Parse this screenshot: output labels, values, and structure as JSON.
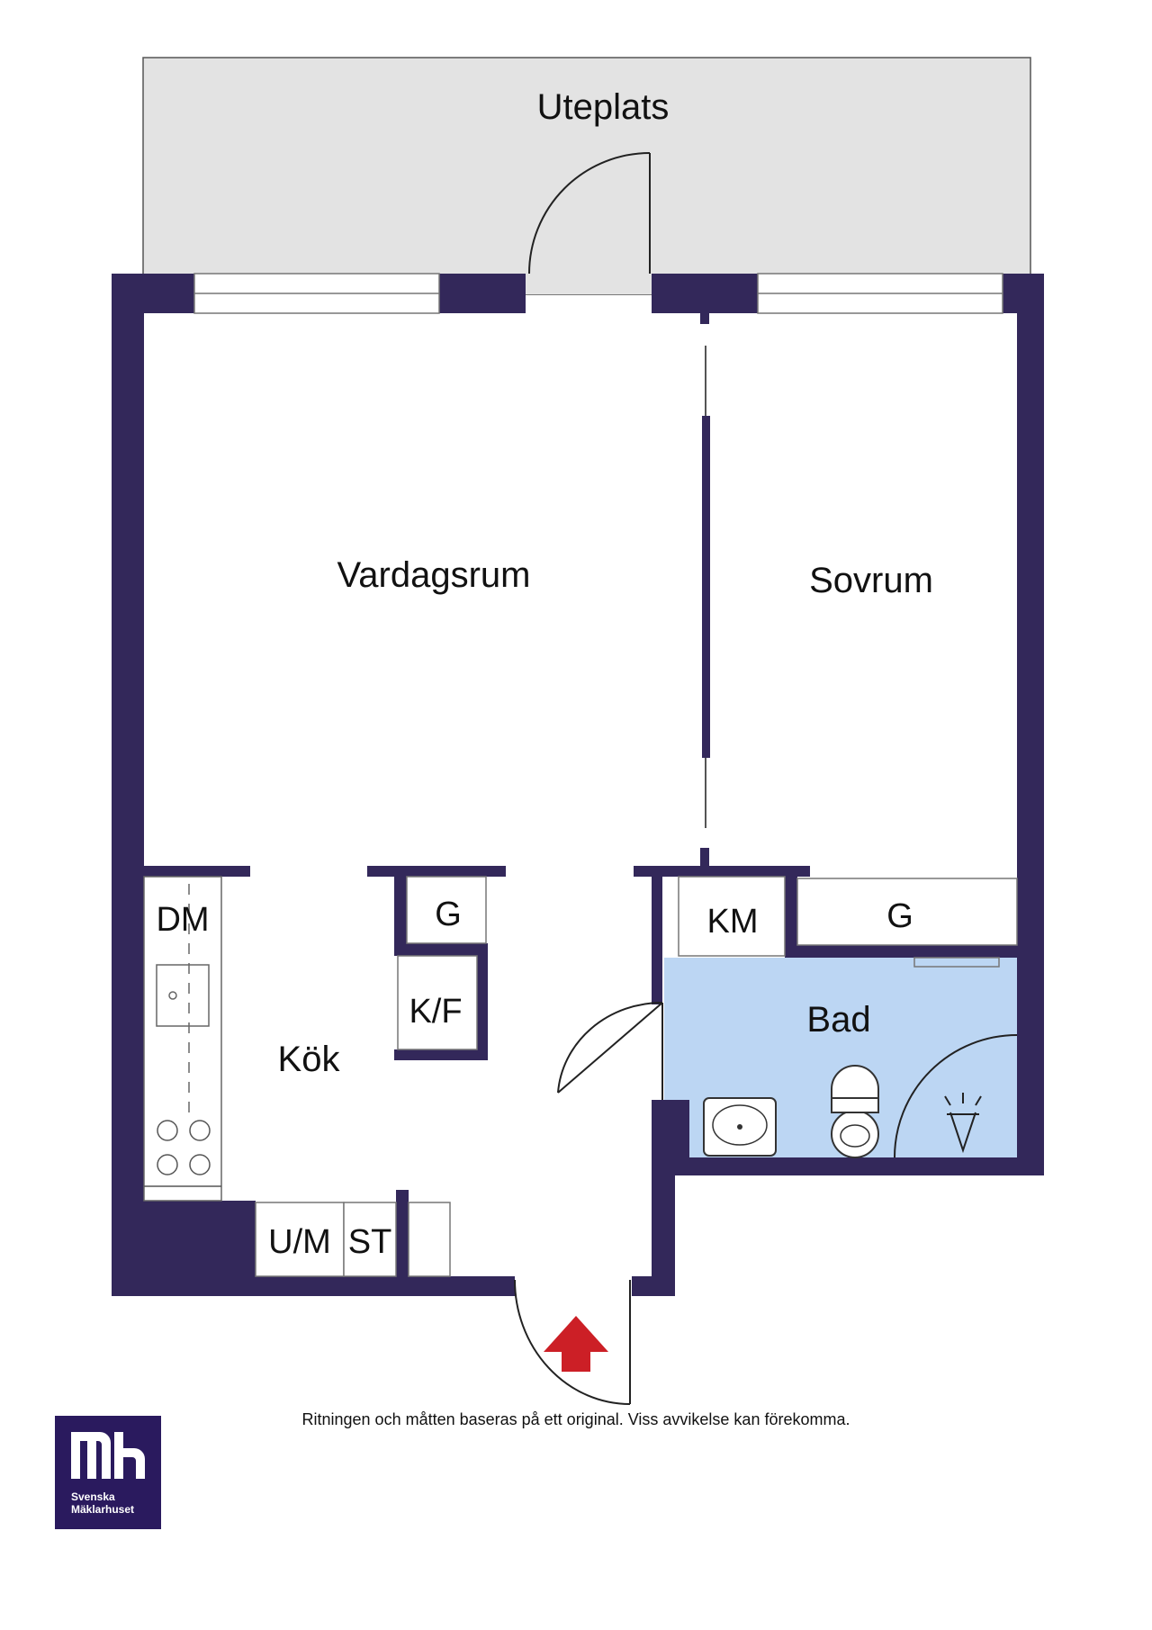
{
  "rooms": {
    "uteplats": "Uteplats",
    "vardagsrum": "Vardagsrum",
    "sovrum": "Sovrum",
    "kok": "Kök",
    "bad": "Bad"
  },
  "fixtures": {
    "dm": "DM",
    "g_kitchen": "G",
    "kf": "K/F",
    "km": "KM",
    "g_bedroom": "G",
    "um": "U/M",
    "st": "ST"
  },
  "disclaimer": "Ritningen och måtten baseras på ett original. Viss avvikelse kan förekomma.",
  "logo": {
    "line1": "Svenska",
    "line2": "Mäklarhuset"
  },
  "colors": {
    "wall": "#33285a",
    "patio": "#e3e3e3",
    "bathroom": "#bcd6f3",
    "entrance_arrow": "#cc1f26"
  }
}
